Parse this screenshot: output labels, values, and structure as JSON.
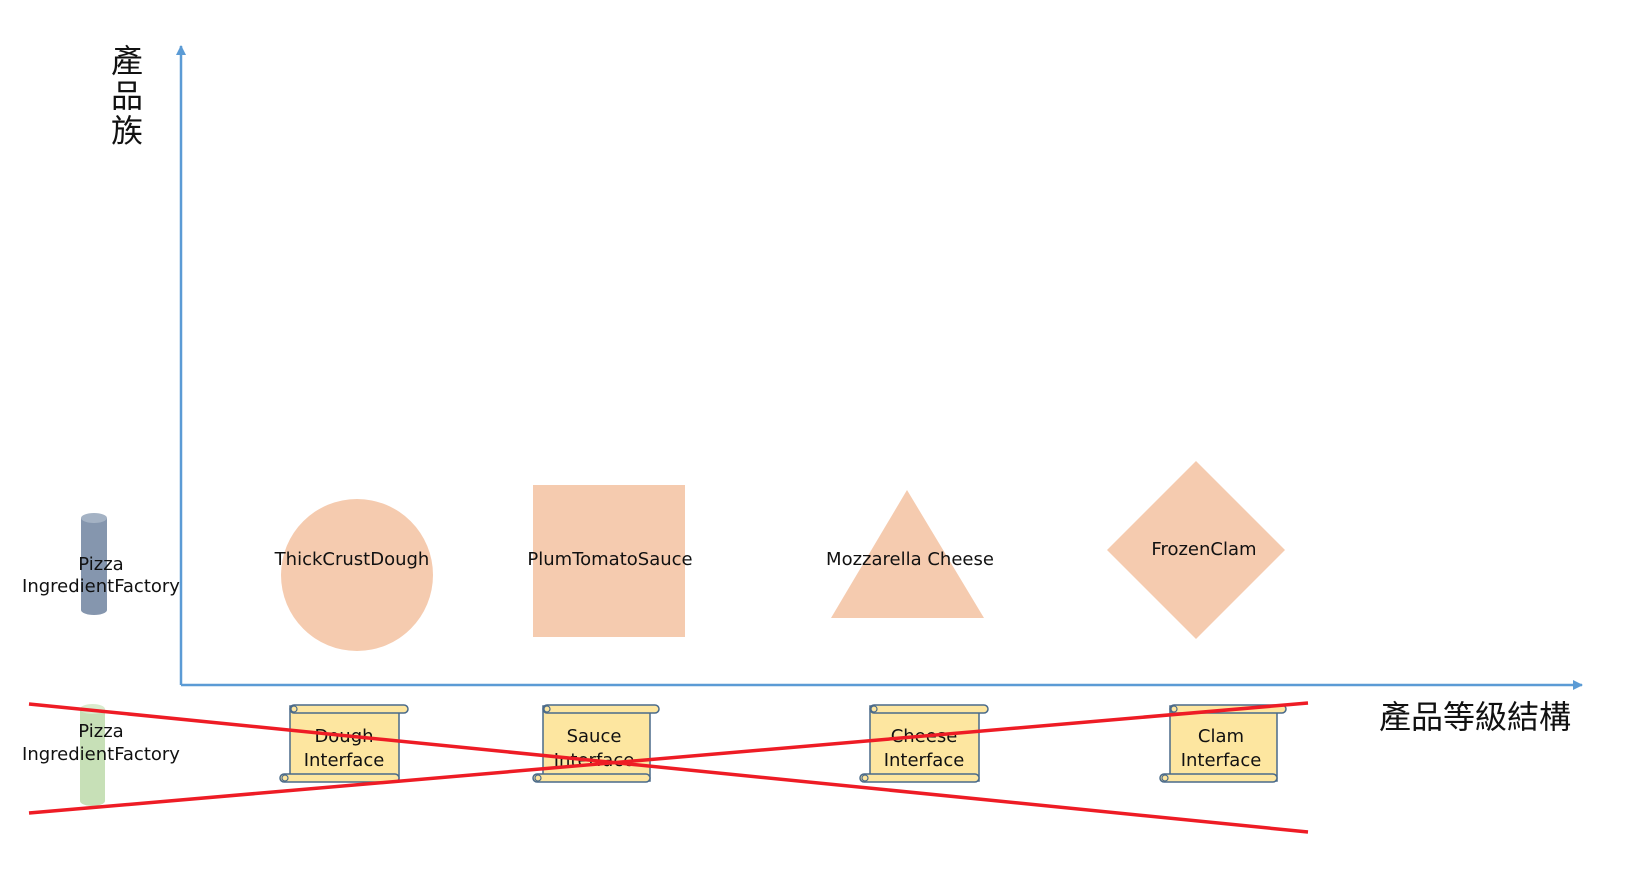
{
  "colors": {
    "axis": "#5b9bd5",
    "shape_fill": "#f5cbaf",
    "scroll_fill": "#fde6a0",
    "scroll_stroke": "#4a6a8a",
    "cylinder_top": "#8596ae",
    "cylinder_bottom": "#c7e0b7",
    "cross": "#ee1c25",
    "text": "#111111"
  },
  "axes": {
    "y_label": [
      "產",
      "品",
      "族"
    ],
    "x_label": "產品等級結構"
  },
  "factory_top": {
    "label_line1": "Pizza",
    "label_line2": "IngredientFactory",
    "icon": "cylinder-icon"
  },
  "factory_bottom": {
    "label_line1": "Pizza",
    "label_line2": "IngredientFactory",
    "icon": "cylinder-icon"
  },
  "products": [
    {
      "label": "ThickCrustDough",
      "shape": "circle"
    },
    {
      "label": "PlumTomatoSauce",
      "shape": "square"
    },
    {
      "label": "Mozzarella Cheese",
      "shape": "triangle"
    },
    {
      "label": "FrozenClam",
      "shape": "diamond"
    }
  ],
  "interfaces": [
    {
      "line1": "Dough",
      "line2": "Interface",
      "icon": "scroll-icon"
    },
    {
      "line1": "Sauce",
      "line2": "Interface",
      "icon": "scroll-icon"
    },
    {
      "line1": "Cheese",
      "line2": "Interface",
      "icon": "scroll-icon"
    },
    {
      "line1": "Clam",
      "line2": "Interface",
      "icon": "scroll-icon"
    }
  ]
}
